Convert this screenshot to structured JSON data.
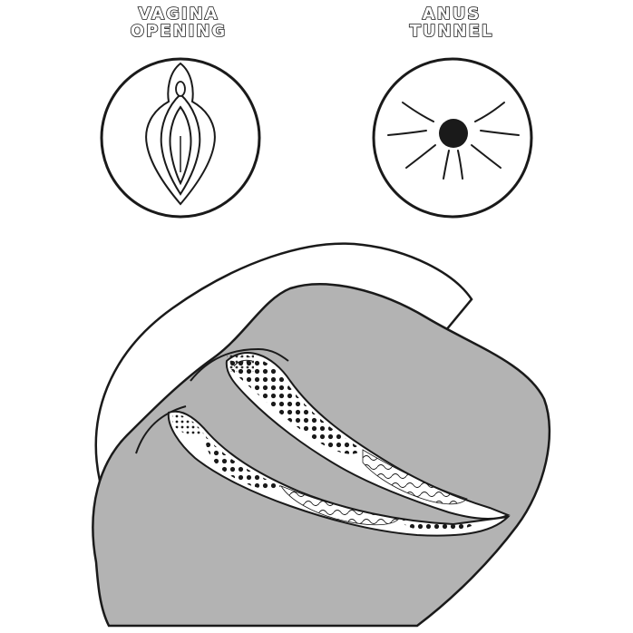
{
  "labels": {
    "vagina": {
      "line1": "VAGINA",
      "line2": "OPENING"
    },
    "anus": {
      "line1": "ANUS",
      "line2": "TUNNEL"
    }
  },
  "colors": {
    "outline": "#1a1a1a",
    "body_fill": "#b3b3b3",
    "background": "#ffffff",
    "channel_fill": "#ffffff"
  },
  "icons": {
    "vagina": "vulva-icon",
    "anus": "anus-icon"
  }
}
